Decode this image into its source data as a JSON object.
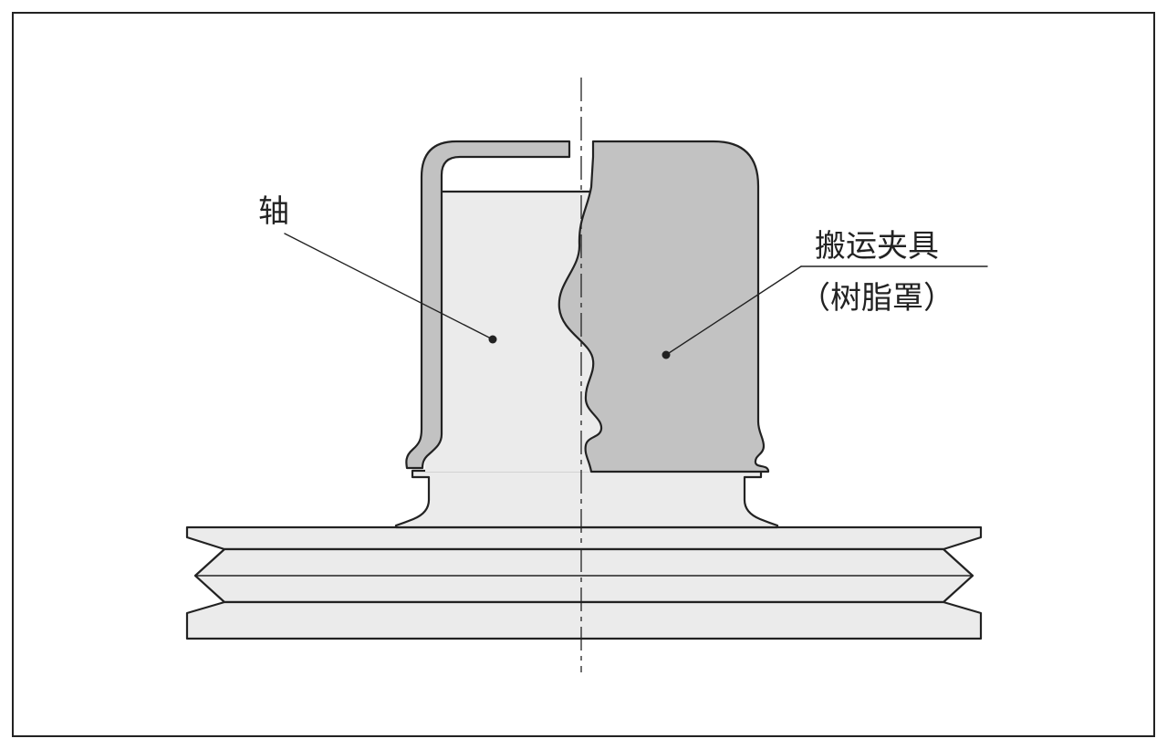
{
  "diagram": {
    "title_hint": "carrying-jig-over-shaft-section-drawing"
  },
  "labels": {
    "shaft": "轴",
    "jig_line1": "搬运夹具",
    "jig_line2": "（树脂罩）"
  },
  "colors": {
    "background": "#ffffff",
    "part_fill": "#ebebeb",
    "cover_fill": "#c2c2c2",
    "line": "#222222"
  }
}
